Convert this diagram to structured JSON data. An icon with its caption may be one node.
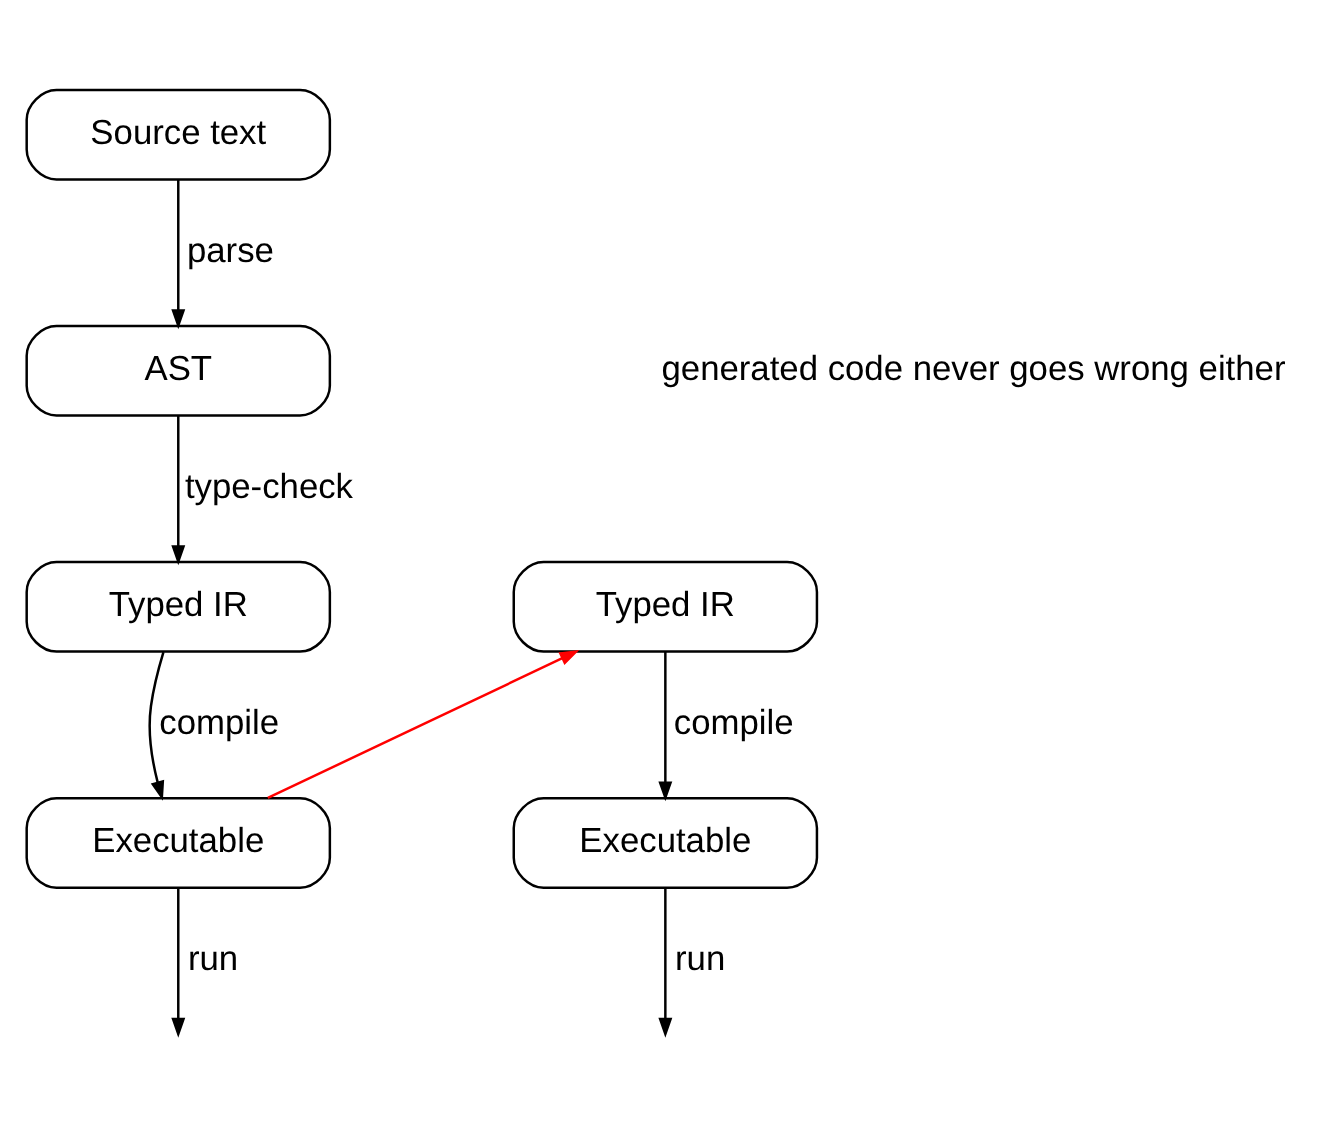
{
  "diagram": {
    "nodes": [
      {
        "text": [
          "Source text"
        ]
      },
      {
        "text": [
          "AST"
        ]
      },
      {
        "text": [
          "Typed IR"
        ]
      },
      {
        "text": [
          "Executable"
        ]
      },
      {
        "text": [
          "Typed IR"
        ]
      },
      {
        "text": [
          "Executable"
        ]
      }
    ],
    "edges": [
      {
        "from": 0,
        "to": 1,
        "arrow": "to",
        "label": "parse"
      },
      {
        "from": 1,
        "to": 2,
        "arrow": "to",
        "label": "type-check"
      },
      {
        "from": 2,
        "to": 3,
        "arrow": "to",
        "label": "compile"
      },
      {
        "from": 3,
        "to": null,
        "arrow": "to",
        "label": "run"
      },
      {
        "from": 3,
        "to": 4,
        "arrow": "to",
        "color": "#ff0000"
      },
      {
        "from": 4,
        "to": 5,
        "arrow": "to",
        "label": "compile"
      },
      {
        "from": 5,
        "to": null,
        "arrow": "to",
        "label": "run"
      }
    ],
    "labels": [
      "generated code never goes wrong either"
    ]
  }
}
